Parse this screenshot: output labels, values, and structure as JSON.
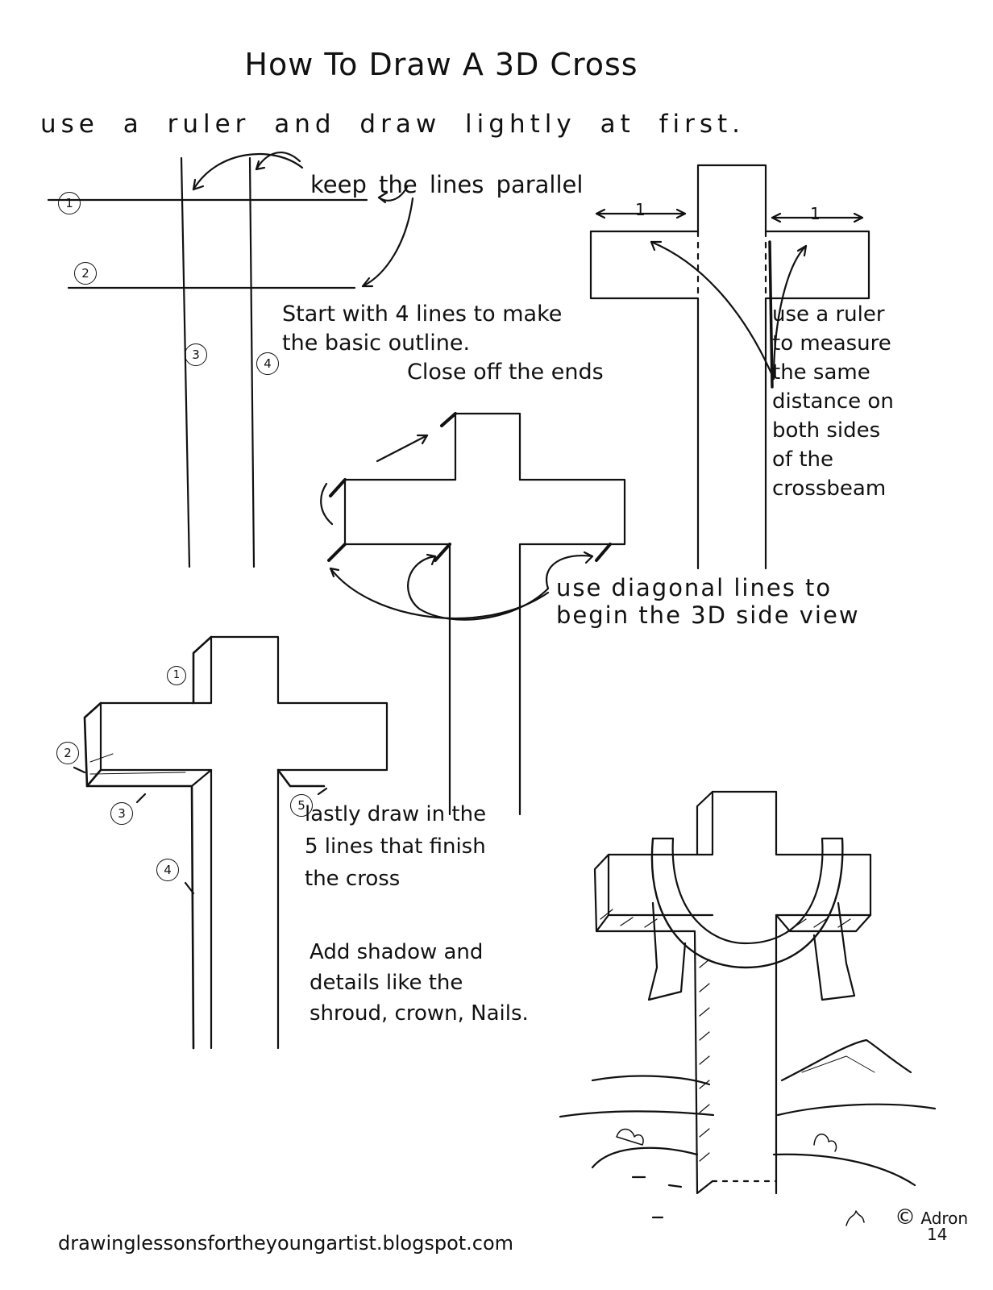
{
  "title": "How To Draw A 3D Cross",
  "intro": "use a ruler and draw lightly at first.",
  "notes": {
    "keep_parallel": "keep the lines parallel",
    "start_line1": "Start with 4 lines to make",
    "start_line2": "the basic outline.",
    "start_line3": "Close off the ends",
    "ruler_lines": [
      "use a ruler",
      "to measure",
      "the same",
      "distance on",
      "both sides",
      "of the",
      "crossbeam"
    ],
    "diagonal_line1": "use diagonal lines to",
    "diagonal_line2": "begin the 3D side view",
    "lastly_lines": [
      "lastly draw in the",
      "5 lines that finish",
      "the cross"
    ],
    "shadow_lines": [
      "Add shadow and",
      "details like the",
      "shroud, crown, Nails."
    ]
  },
  "step1_numbers": [
    "1",
    "2",
    "3",
    "4"
  ],
  "step4_numbers": [
    "1",
    "2",
    "3",
    "4",
    "5"
  ],
  "measure_labels": [
    "1",
    "1"
  ],
  "footer": "drawinglessonsfortheyoungartist.blogspot.com",
  "signature": {
    "copyright": "©",
    "name": "Adron",
    "year": "14"
  }
}
